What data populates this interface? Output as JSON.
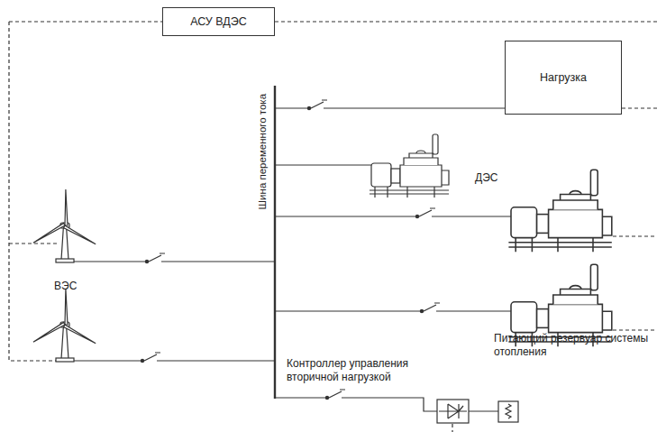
{
  "diagram": {
    "nodes": [
      {
        "text": [
          "АСУ ВДЭС"
        ]
      },
      {
        "text": [
          "Нагрузка"
        ]
      }
    ],
    "labels": [
      "Шина переменного тока",
      "ДЭС",
      "ВЭС",
      "Контроллер управления вторичной нагрузкой",
      "Питающий резервуар системы отопления"
    ]
  }
}
